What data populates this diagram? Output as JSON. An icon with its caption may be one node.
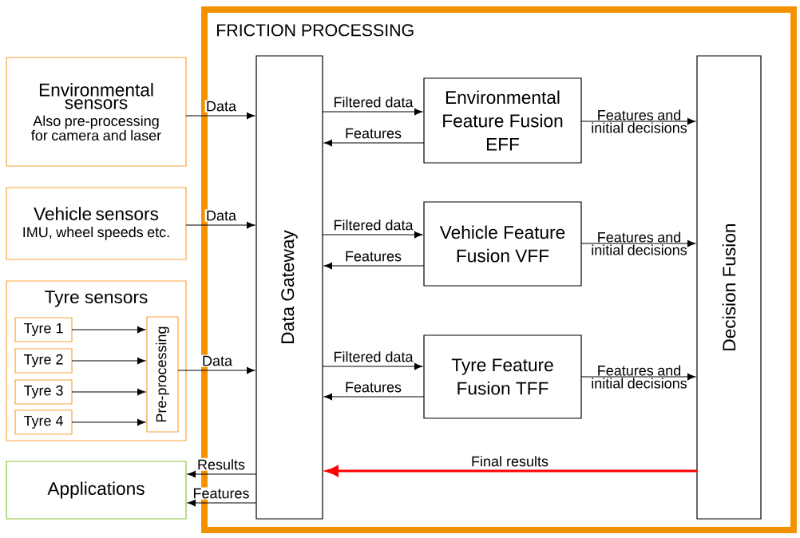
{
  "diagram": {
    "nodes": [
      {
        "text": [
          "FRICTION PROCESSING"
        ]
      },
      {
        "text": [
          "Environmental sensors",
          "Also pre-processing for camera and laser"
        ]
      },
      {
        "text": [
          "Vehicle sensors",
          "IMU, wheel speeds etc."
        ]
      },
      {
        "text": [
          "Tyre sensors"
        ]
      },
      {
        "text": [
          "Tyre 1"
        ],
        "in": 3
      },
      {
        "text": [
          "Tyre 2"
        ],
        "in": 3
      },
      {
        "text": [
          "Tyre 3"
        ],
        "in": 3
      },
      {
        "text": [
          "Tyre 4"
        ],
        "in": 3
      },
      {
        "text": [
          "Pre-processing"
        ],
        "in": 3
      },
      {
        "text": [
          "Applications"
        ]
      },
      {
        "text": [
          "Data Gateway"
        ],
        "in": 0
      },
      {
        "text": [
          "Environmental Feature Fusion EFF"
        ],
        "in": 0
      },
      {
        "text": [
          "Vehicle Feature Fusion VFF"
        ],
        "in": 0
      },
      {
        "text": [
          "Tyre Feature Fusion TFF"
        ],
        "in": 0
      },
      {
        "text": [
          "Decision Fusion"
        ],
        "in": 0
      }
    ],
    "edges": [
      {
        "from": 1,
        "to": 10,
        "arrow": "to",
        "label": "Data"
      },
      {
        "from": 2,
        "to": 10,
        "arrow": "to",
        "label": "Data"
      },
      {
        "from": 4,
        "to": 8,
        "arrow": "to"
      },
      {
        "from": 5,
        "to": 8,
        "arrow": "to"
      },
      {
        "from": 6,
        "to": 8,
        "arrow": "to"
      },
      {
        "from": 7,
        "to": 8,
        "arrow": "to"
      },
      {
        "from": 8,
        "to": 10,
        "arrow": "to",
        "label": "Data"
      },
      {
        "from": 10,
        "to": 11,
        "arrow": "to",
        "label": "Filtered data"
      },
      {
        "from": 11,
        "to": 10,
        "arrow": "to",
        "label": "Features"
      },
      {
        "from": 10,
        "to": 12,
        "arrow": "to",
        "label": "Filtered data"
      },
      {
        "from": 12,
        "to": 10,
        "arrow": "to",
        "label": "Features"
      },
      {
        "from": 10,
        "to": 13,
        "arrow": "to",
        "label": "Filtered data"
      },
      {
        "from": 13,
        "to": 10,
        "arrow": "to",
        "label": "Features"
      },
      {
        "from": 11,
        "to": 14,
        "arrow": "to",
        "label": "Features and initial decisions"
      },
      {
        "from": 12,
        "to": 14,
        "arrow": "to",
        "label": "Features and initial decisions"
      },
      {
        "from": 13,
        "to": 14,
        "arrow": "to",
        "label": "Features and initial decisions"
      },
      {
        "from": 14,
        "to": 10,
        "arrow": "to",
        "label": "Final results",
        "style": "thick",
        "color": "#ff0000"
      },
      {
        "from": 10,
        "to": 9,
        "arrow": "to",
        "label": "Results"
      },
      {
        "from": 10,
        "to": 9,
        "arrow": "to",
        "label": "Features"
      }
    ]
  }
}
